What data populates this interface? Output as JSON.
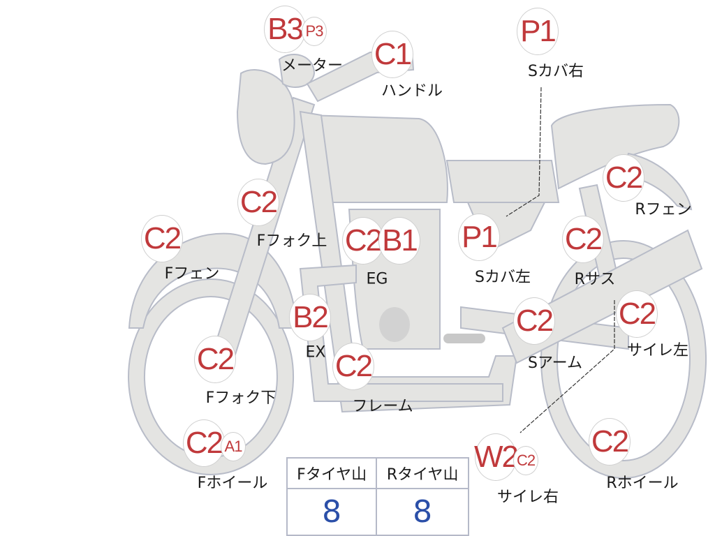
{
  "colors": {
    "code": "#c0393b",
    "value": "#2b4fa8",
    "body": "#e4e4e2",
    "outline": "#b8bcc8"
  },
  "parts": [
    {
      "id": "meter",
      "codes": [
        "B3",
        "P3"
      ],
      "label": "メーター"
    },
    {
      "id": "handle",
      "codes": [
        "C1"
      ],
      "label": "ハンドル"
    },
    {
      "id": "side-cover-right",
      "codes": [
        "P1"
      ],
      "label": "Sカバ右"
    },
    {
      "id": "rear-fender",
      "codes": [
        "C2"
      ],
      "label": "Rフェン"
    },
    {
      "id": "front-fork-upper",
      "codes": [
        "C2"
      ],
      "label": "Fフォク上"
    },
    {
      "id": "front-fender",
      "codes": [
        "C2"
      ],
      "label": "Fフェン"
    },
    {
      "id": "engine",
      "codes": [
        "C2",
        "B1"
      ],
      "label": "EG"
    },
    {
      "id": "side-cover-left",
      "codes": [
        "P1"
      ],
      "label": "Sカバ左"
    },
    {
      "id": "rear-suspension",
      "codes": [
        "C2"
      ],
      "label": "Rサス"
    },
    {
      "id": "exhaust",
      "codes": [
        "B2"
      ],
      "label": "EX"
    },
    {
      "id": "swing-arm",
      "codes": [
        "C2"
      ],
      "label": "Sアーム"
    },
    {
      "id": "silencer-left",
      "codes": [
        "C2"
      ],
      "label": "サイレ左"
    },
    {
      "id": "front-fork-lower",
      "codes": [
        "C2"
      ],
      "label": "Fフォク下"
    },
    {
      "id": "frame",
      "codes": [
        "C2"
      ],
      "label": "フレーム"
    },
    {
      "id": "front-wheel",
      "codes": [
        "C2",
        "A1"
      ],
      "label": "Fホイール"
    },
    {
      "id": "rear-wheel",
      "codes": [
        "C2"
      ],
      "label": "Rホイール"
    },
    {
      "id": "silencer-right",
      "codes": [
        "W2",
        "C2"
      ],
      "label": "サイレ右"
    }
  ],
  "tyre_table": {
    "headers": [
      "Fタイヤ山",
      "Rタイヤ山"
    ],
    "values": [
      "8",
      "8"
    ]
  }
}
